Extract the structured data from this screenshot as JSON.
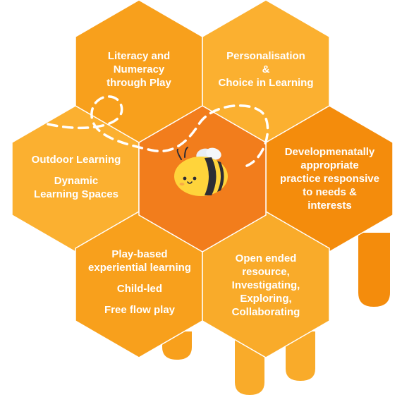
{
  "colors": {
    "pale": "#fbb030",
    "mid": "#f8a01c",
    "deep": "#f48c0c",
    "center": "#f27d1c",
    "path": "#ffffff",
    "text": "#ffffff"
  },
  "icons": {
    "center": "bee-icon"
  },
  "cells": {
    "literacy": {
      "lines": [
        "Literacy and",
        "Numeracy",
        "through Play"
      ]
    },
    "personalisation": {
      "lines": [
        "Personalisation",
        "&",
        "Choice in Learning"
      ]
    },
    "outdoor": {
      "line1": "Outdoor Learning",
      "line2": "Dynamic",
      "line3": "Learning Spaces"
    },
    "developmental": {
      "lines": [
        "Developmenatally",
        "appropriate",
        "practice responsive",
        "to needs &",
        "interests"
      ]
    },
    "play": {
      "line1": "Play-based",
      "line2": "experiential learning",
      "line3": "Child-led",
      "line4": "Free flow play"
    },
    "openended": {
      "lines": [
        "Open ended",
        "resource,",
        "Investigating,",
        "Exploring,",
        "Collaborating"
      ]
    }
  }
}
